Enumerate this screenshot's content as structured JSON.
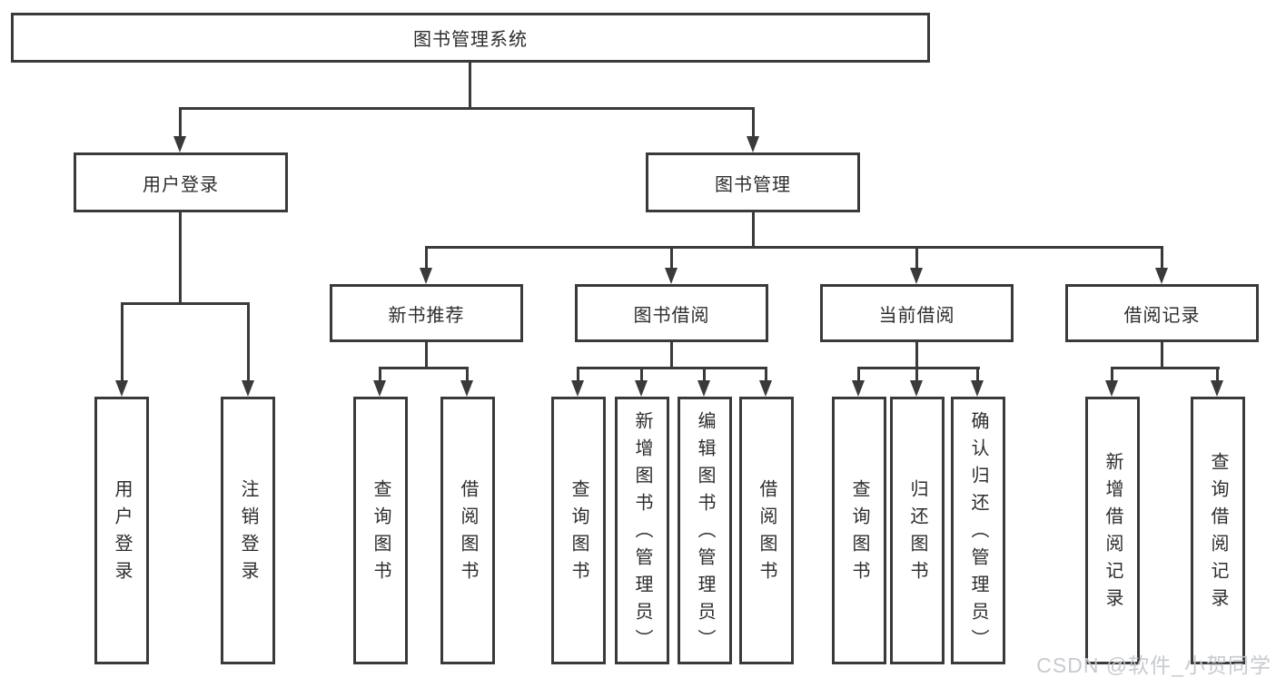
{
  "diagram": {
    "root": {
      "label": "图书管理系统"
    },
    "branches": [
      {
        "label": "用户登录",
        "children": [
          {
            "label": "用户登录"
          },
          {
            "label": "注销登录"
          }
        ]
      },
      {
        "label": "图书管理",
        "children": [
          {
            "label": "新书推荐",
            "children": [
              {
                "label": "查询图书"
              },
              {
                "label": "借阅图书"
              }
            ]
          },
          {
            "label": "图书借阅",
            "children": [
              {
                "label": "查询图书"
              },
              {
                "label": "新增图书（管理员）"
              },
              {
                "label": "编辑图书（管理员）"
              },
              {
                "label": "借阅图书"
              }
            ]
          },
          {
            "label": "当前借阅",
            "children": [
              {
                "label": "查询图书"
              },
              {
                "label": "归还图书"
              },
              {
                "label": "确认归还（管理员）"
              }
            ]
          },
          {
            "label": "借阅记录",
            "children": [
              {
                "label": "新增借阅记录"
              },
              {
                "label": "查询借阅记录"
              }
            ]
          }
        ]
      }
    ]
  },
  "watermark": "CSDN @软件_小贺同学",
  "colors": {
    "line": "#3a3a3a",
    "text": "#2d2d2d",
    "background": "#ffffff",
    "watermark": "#c5c8cd"
  }
}
